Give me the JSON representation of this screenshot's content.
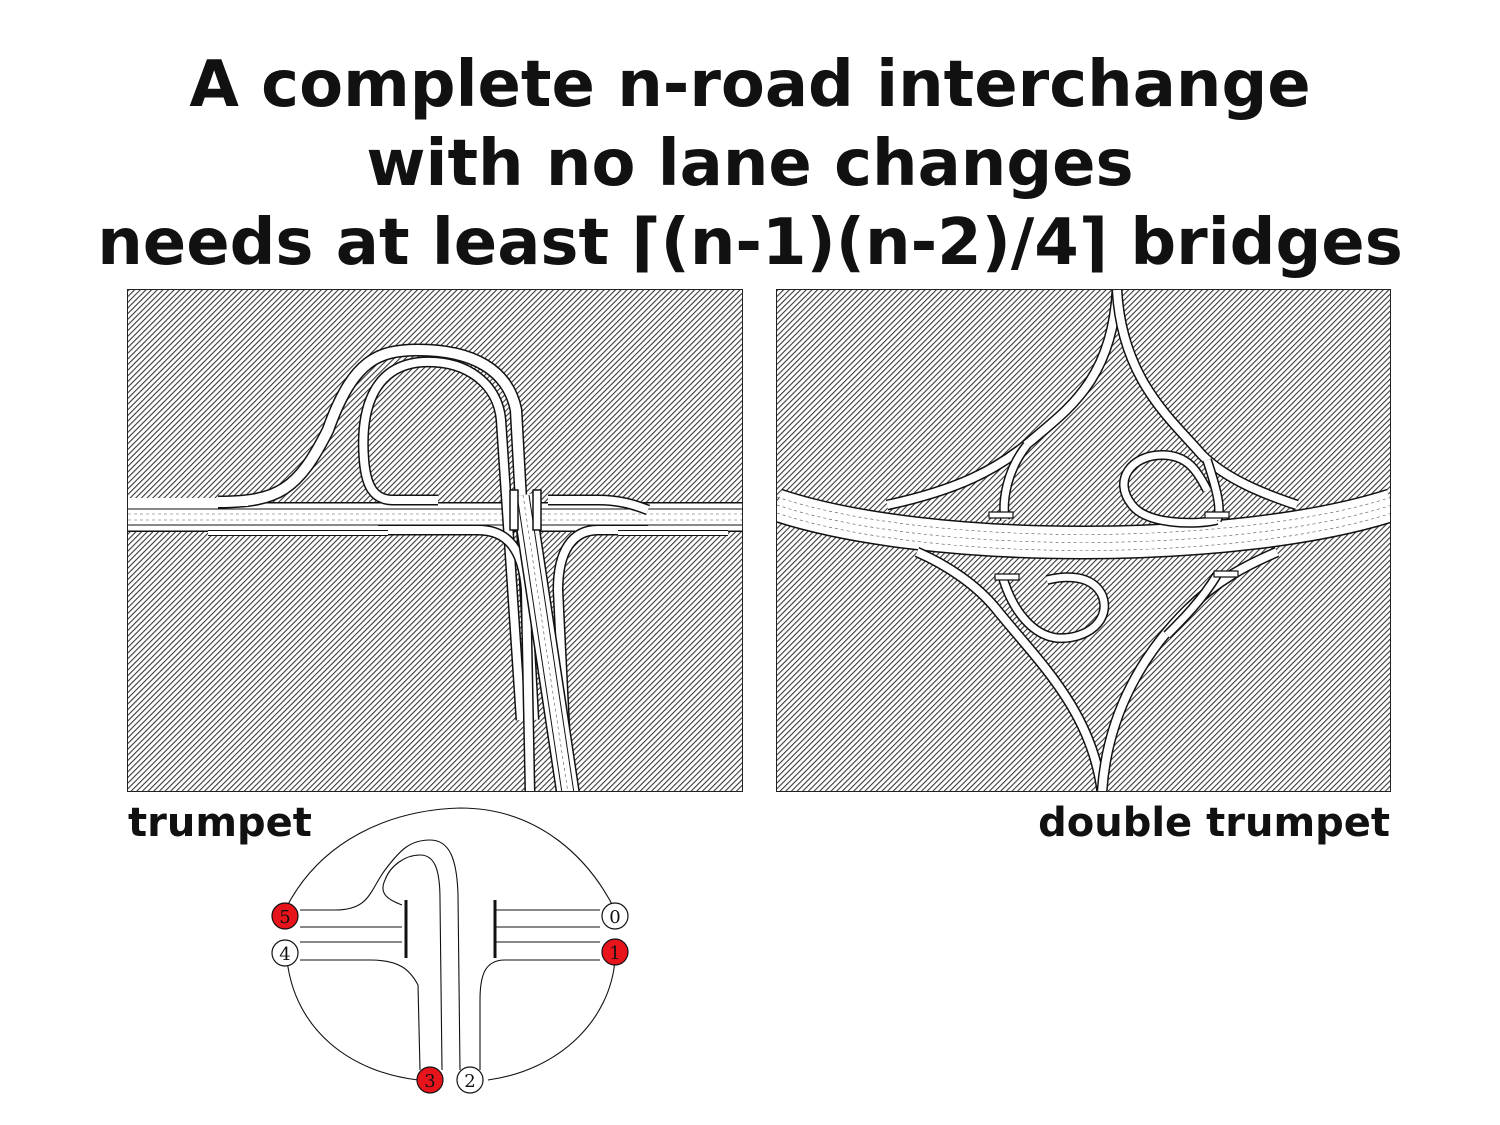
{
  "title": {
    "line1": "A complete n-road interchange",
    "line2": "with no lane changes",
    "line3": "needs at least ⌈(n-1)(n-2)/4⌉ bridges"
  },
  "panels": {
    "left_caption": "trumpet",
    "right_caption": "double trumpet"
  },
  "colors": {
    "highlight": "#e8141b",
    "hatch": "#2a2a2a",
    "road": "#ffffff",
    "outline": "#111111"
  },
  "schematic": {
    "nodes": [
      {
        "label": "0",
        "highlighted": false
      },
      {
        "label": "1",
        "highlighted": true
      },
      {
        "label": "2",
        "highlighted": false
      },
      {
        "label": "3",
        "highlighted": true
      },
      {
        "label": "4",
        "highlighted": false
      },
      {
        "label": "5",
        "highlighted": true
      }
    ]
  }
}
